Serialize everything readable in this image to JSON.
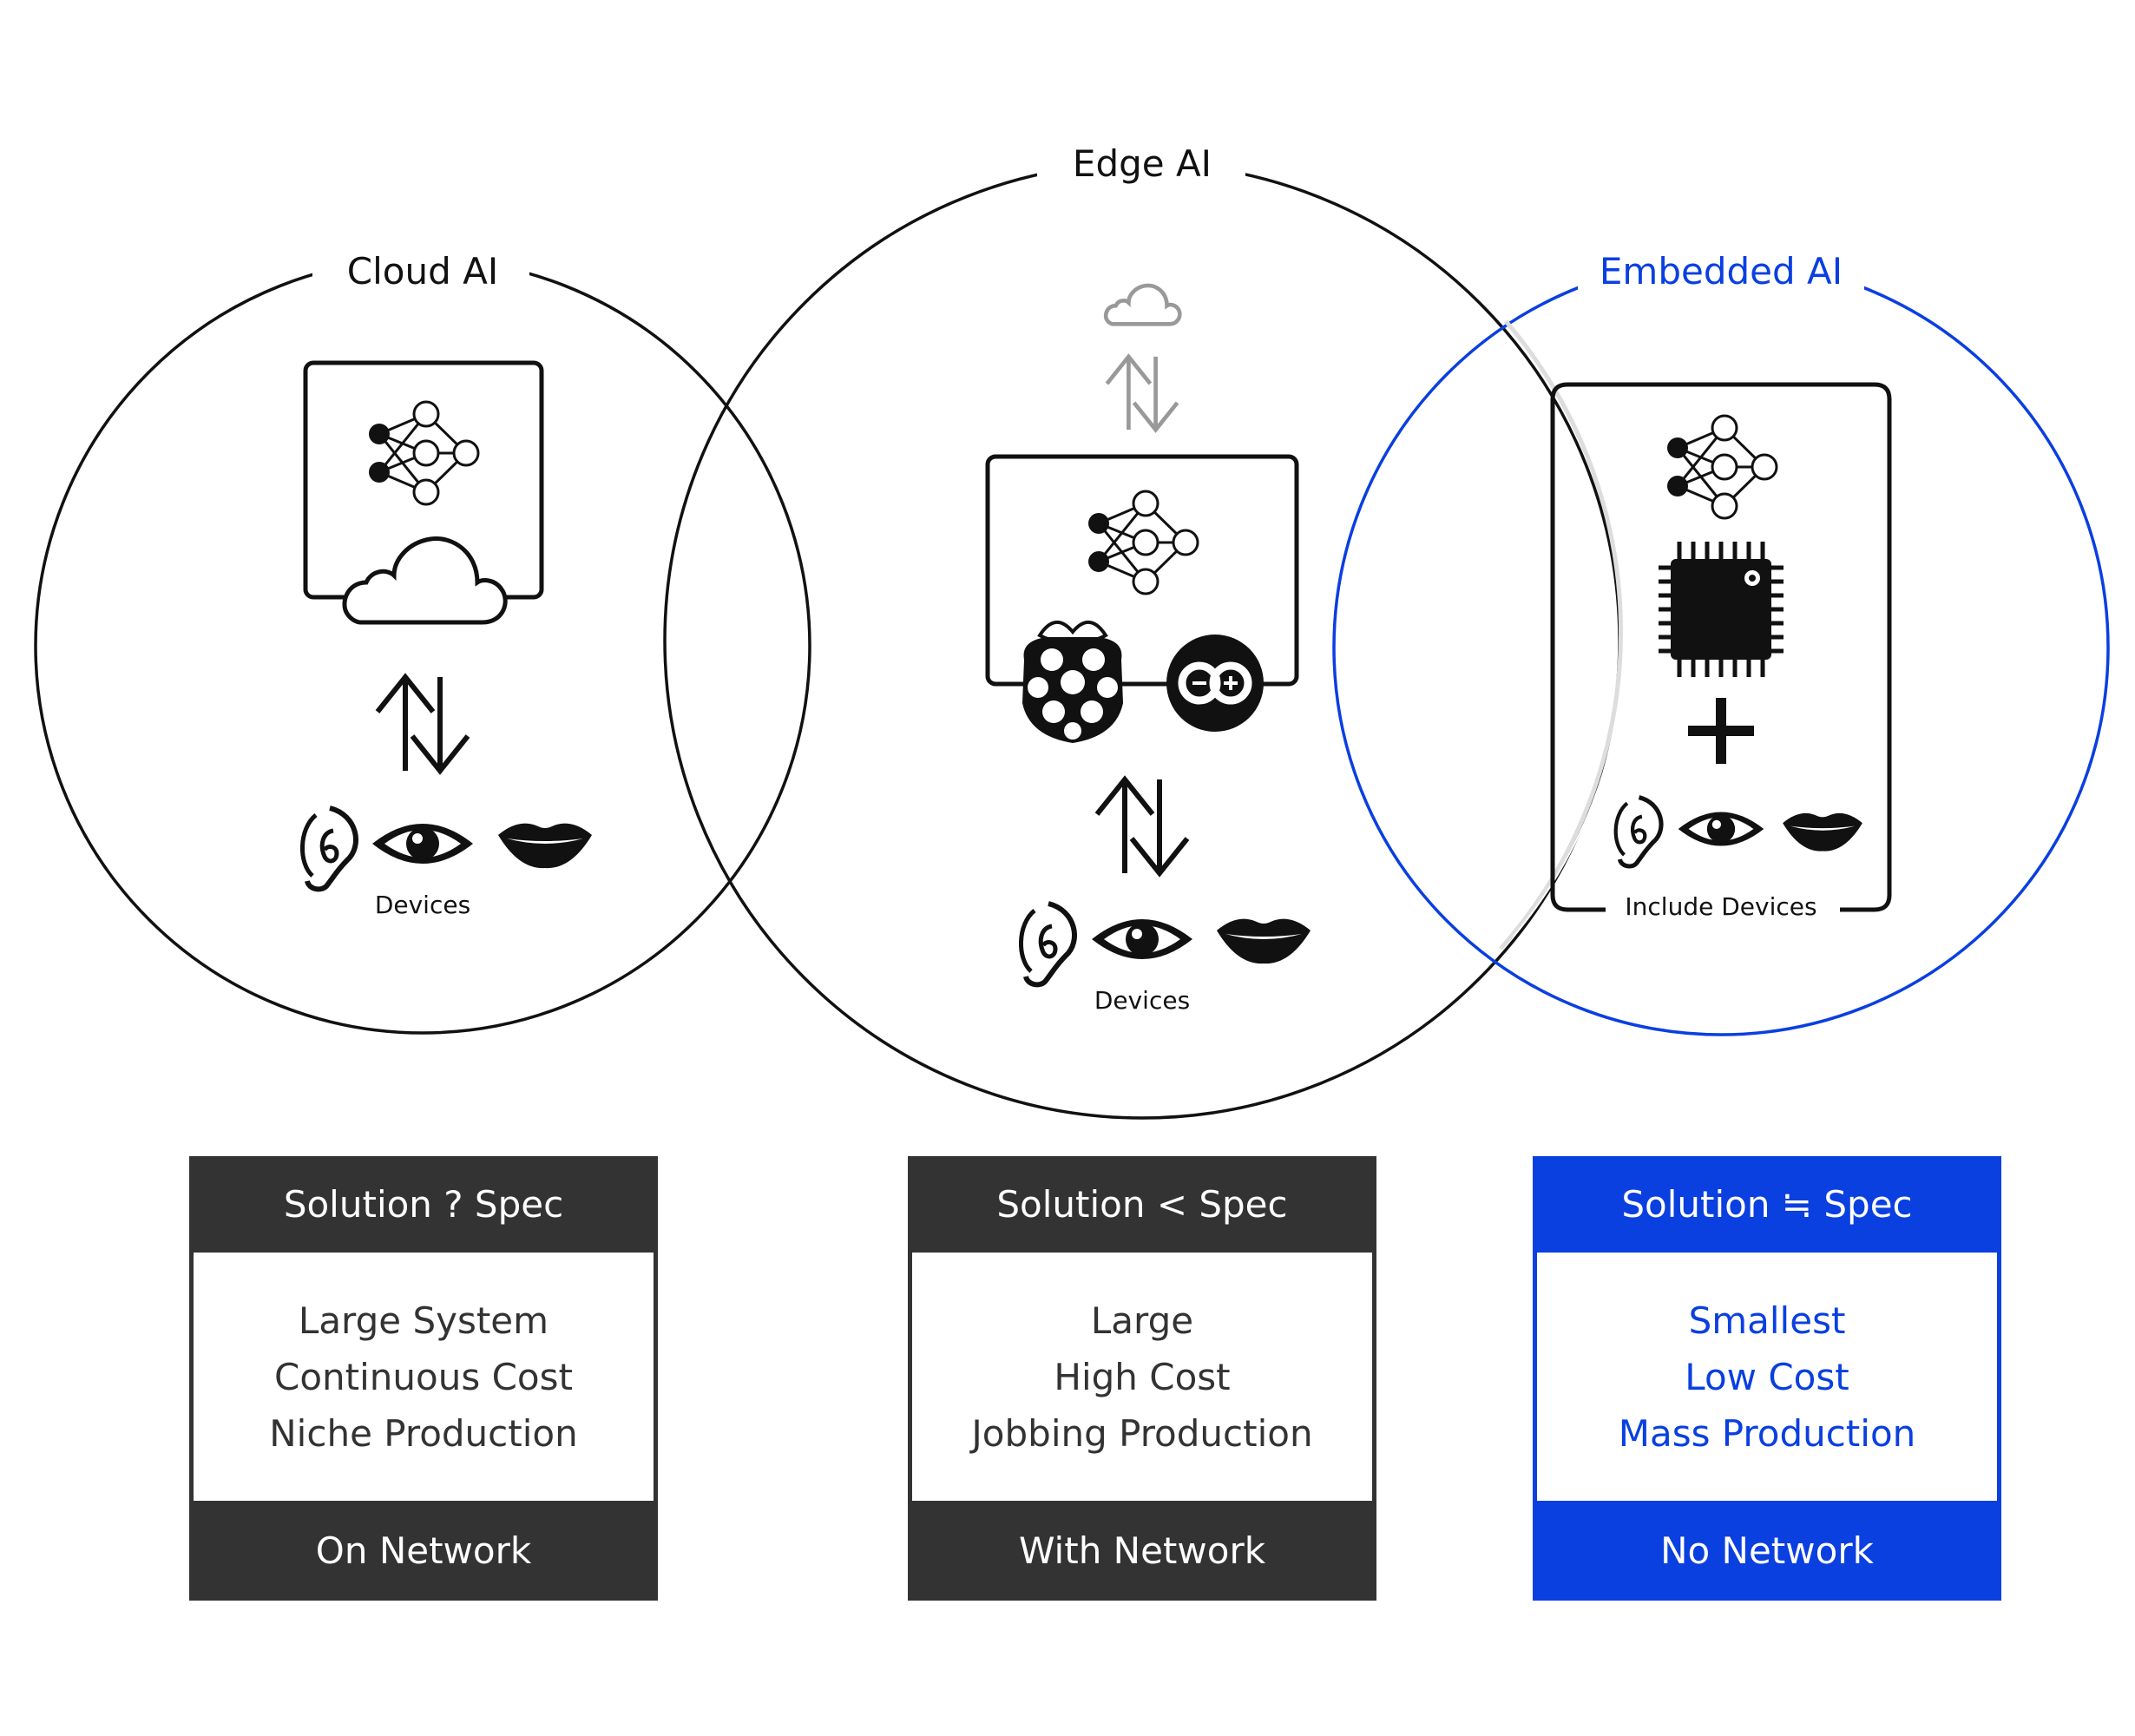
{
  "circles": {
    "cloud": {
      "title": "Cloud AI",
      "devices_label": "Devices"
    },
    "edge": {
      "title": "Edge AI",
      "devices_label": "Devices"
    },
    "embedded": {
      "title": "Embedded AI",
      "devices_label": "Include Devices"
    }
  },
  "icons": [
    "neural-network-icon",
    "cloud-icon",
    "arrows-up-down-icon",
    "ear-icon",
    "eye-icon",
    "lips-icon",
    "raspberry-pi-icon",
    "arduino-icon",
    "microchip-icon",
    "plus-icon"
  ],
  "colors": {
    "dark": "#333333",
    "accent": "#0a3fe0",
    "line": "#111111",
    "muted": "#999999"
  },
  "boxes": [
    {
      "header": "Solution ? Spec",
      "lines": [
        "Large System",
        "Continuous Cost",
        "Niche Production"
      ],
      "footer": "On Network",
      "theme": "dark"
    },
    {
      "header": "Solution < Spec",
      "lines": [
        "Large",
        "High Cost",
        "Jobbing Production"
      ],
      "footer": "With Network",
      "theme": "dark"
    },
    {
      "header": "Solution ≒ Spec",
      "lines": [
        "Smallest",
        "Low Cost",
        "Mass Production"
      ],
      "footer": "No Network",
      "theme": "blue"
    }
  ]
}
